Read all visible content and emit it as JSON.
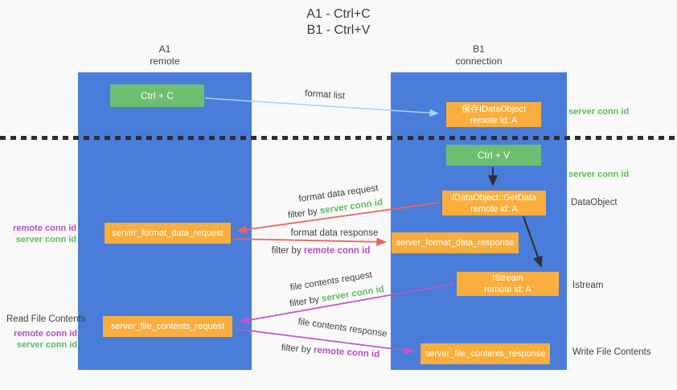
{
  "title": {
    "line1": "A1 - Ctrl+C",
    "line2": "B1 - Ctrl+V"
  },
  "columns": {
    "left": {
      "title": "A1",
      "subtitle": "remote"
    },
    "right": {
      "title": "B1",
      "subtitle": "connection"
    }
  },
  "nodes": {
    "ctrl_c": "Ctrl + C",
    "ctrl_v": "Ctrl + V",
    "save_dataobject": {
      "line1": "保存IDataObject",
      "line2": "remote id: A"
    },
    "getdata": {
      "line1": "IDataObject::GetData",
      "line2": "remote id: A"
    },
    "istream": {
      "line1": "IStream",
      "line2": "remote id: A"
    },
    "format_request": "server_format_data_request",
    "format_response": "server_format_data_response",
    "file_request": "server_file_contents_request",
    "file_response": "server_file_contents_response"
  },
  "edges": {
    "format_list": "format list",
    "format_data_request": "format data request",
    "format_data_request_filter": {
      "prefix": "filter by",
      "key": "server conn id"
    },
    "format_data_response": "format data response",
    "format_data_response_filter": {
      "prefix": "filter by",
      "key": "remote conn id"
    },
    "file_contents_request": "file contents request",
    "file_contents_request_filter": {
      "prefix": "filter by",
      "key": "server conn id"
    },
    "file_contents_response": "file contents response",
    "file_contents_response_filter": {
      "prefix": "filter by",
      "key": "remote conn id"
    }
  },
  "side_labels": {
    "server_conn_id_top": "server conn id",
    "server_conn_id_mid": "server conn id",
    "dataobject": "DataObject",
    "istream": "Istream",
    "write_file_contents": "Write File Contents",
    "read_file_contents": "Read File Contents",
    "format_remote_conn_id": "remote conn id",
    "format_server_conn_id": "server conn id",
    "file_remote_conn_id": "remote conn id",
    "file_server_conn_id": "server conn id"
  },
  "colors": {
    "column_blue": "#4a7cd9",
    "node_green": "#6ebe71",
    "node_orange": "#f9ae3d",
    "arrow_light_blue": "#a9d3f2",
    "arrow_red": "#ed6460",
    "arrow_magenta": "#c157c9",
    "arrow_black": "#303030",
    "text_green": "#5cbb5f",
    "text_purple": "#b44ec8",
    "text_dark": "#3f3f3f",
    "background": "#f9f9f9"
  }
}
